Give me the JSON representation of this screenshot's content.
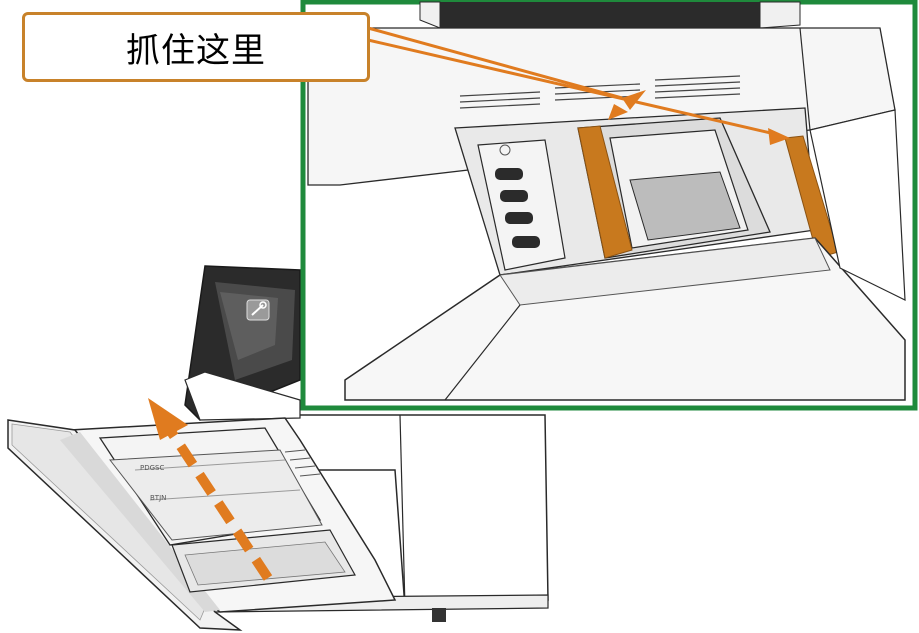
{
  "callout": {
    "text": "抓住这里"
  },
  "colors": {
    "callout_border": "#c8822a",
    "detail_frame": "#1f8a3c",
    "arrow_orange": "#e07b1f",
    "grip_highlight": "#c8791e",
    "line_dark": "#2a2a2a",
    "panel_light": "#f4f4f4",
    "panel_shade": "#d9d9d9"
  },
  "tray_labels": {
    "upper": "PDGSC",
    "lower": "BTJN"
  },
  "icons": {
    "lid_badge": "wrench-badge-icon",
    "direction_arrow": "dashed-up-arrow-icon"
  }
}
